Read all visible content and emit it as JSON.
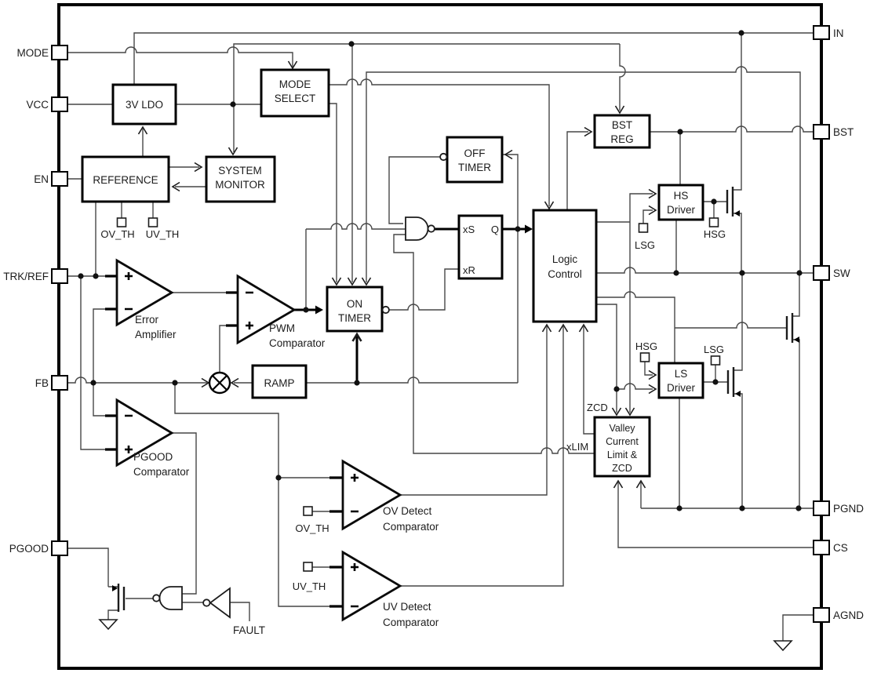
{
  "diagram": {
    "pins_left": [
      {
        "id": "mode",
        "label": "MODE"
      },
      {
        "id": "vcc",
        "label": "VCC"
      },
      {
        "id": "en",
        "label": "EN"
      },
      {
        "id": "trkref",
        "label": "TRK/REF"
      },
      {
        "id": "fb",
        "label": "FB"
      },
      {
        "id": "pgood",
        "label": "PGOOD"
      }
    ],
    "pins_right": [
      {
        "id": "in",
        "label": "IN"
      },
      {
        "id": "bst",
        "label": "BST"
      },
      {
        "id": "sw",
        "label": "SW"
      },
      {
        "id": "pgnd",
        "label": "PGND"
      },
      {
        "id": "cs",
        "label": "CS"
      },
      {
        "id": "agnd",
        "label": "AGND"
      }
    ],
    "blocks": {
      "ldo": "3V LDO",
      "mode_select": [
        "MODE",
        "SELECT"
      ],
      "reference": "REFERENCE",
      "system_monitor": [
        "SYSTEM",
        "MONITOR"
      ],
      "off_timer": [
        "OFF",
        "TIMER"
      ],
      "on_timer": [
        "ON",
        "TIMER"
      ],
      "logic": [
        "Logic",
        "Control"
      ],
      "bst_reg": [
        "BST",
        "REG"
      ],
      "hs_driver": [
        "HS",
        "Driver"
      ],
      "ls_driver": [
        "LS",
        "Driver"
      ],
      "valley": [
        "Valley",
        "Current",
        "Limit &",
        "ZCD"
      ],
      "ramp": "RAMP"
    },
    "comparators": {
      "error": [
        "Error",
        "Amplifier"
      ],
      "pwm": [
        "PWM",
        "Comparator"
      ],
      "pgood": [
        "PGOOD",
        "Comparator"
      ],
      "ov": [
        "OV Detect",
        "Comparator"
      ],
      "uv": [
        "UV Detect",
        "Comparator"
      ]
    },
    "latch": {
      "s": "xS",
      "r": "xR",
      "q": "Q"
    },
    "signals": {
      "ov_th_ref": "OV_TH",
      "uv_th_ref": "UV_TH",
      "ov_th": "OV_TH",
      "uv_th": "UV_TH",
      "hsg_top": "HSG",
      "lsg_top": "LSG",
      "hsg_bottom": "HSG",
      "lsg_bottom": "LSG",
      "zcd": "ZCD",
      "xlim": "xLIM",
      "fault": "FAULT"
    },
    "colors": {
      "wire": "#474747",
      "ink": "#000000"
    }
  }
}
